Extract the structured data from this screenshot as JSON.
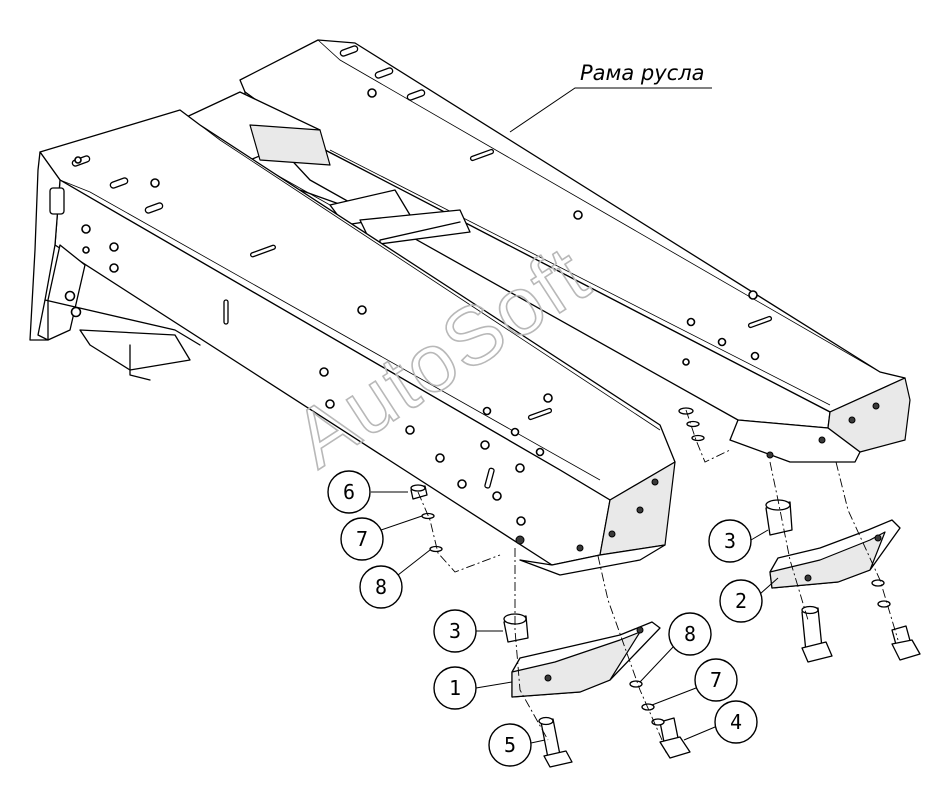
{
  "title_label": "Рама русла",
  "watermark": "AutoSoft",
  "callouts": [
    {
      "id": "c1",
      "num": "1"
    },
    {
      "id": "c2",
      "num": "2"
    },
    {
      "id": "c3a",
      "num": "3"
    },
    {
      "id": "c3b",
      "num": "3"
    },
    {
      "id": "c4",
      "num": "4"
    },
    {
      "id": "c5",
      "num": "5"
    },
    {
      "id": "c6",
      "num": "6"
    },
    {
      "id": "c7a",
      "num": "7"
    },
    {
      "id": "c7b",
      "num": "7"
    },
    {
      "id": "c8a",
      "num": "8"
    },
    {
      "id": "c8b",
      "num": "8"
    }
  ]
}
